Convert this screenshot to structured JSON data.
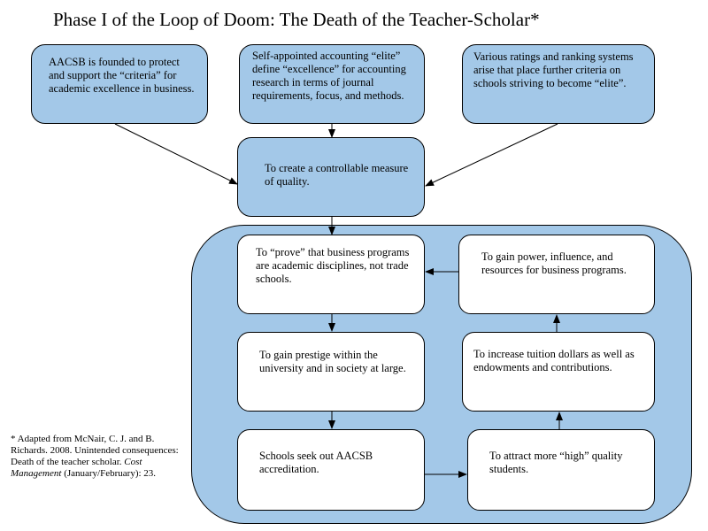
{
  "title": "Phase I of the Loop of Doom: The Death of the Teacher-Scholar*",
  "colors": {
    "box_fill": "#a3c8e8",
    "inner_box_fill": "#ffffff",
    "line": "#000000"
  },
  "nodes": {
    "aacsb_founded": "AACSB is founded to protect and support the “criteria” for academic excellence in business.",
    "elite_define": "Self-appointed accounting “elite” define “excellence” for accounting research in terms of journal requirements, focus, and methods.",
    "ratings_systems": "Various ratings and ranking systems arise that place further criteria on schools striving to become “elite”.",
    "controllable_measure": "To create a controllable measure of quality.",
    "prove_disciplines": "To “prove” that business programs are academic disciplines, not trade schools.",
    "gain_prestige": "To gain prestige within the university and in society at large.",
    "seek_accreditation": "Schools seek out AACSB accreditation.",
    "attract_students": "To attract more “high” quality students.",
    "increase_tuition": "To increase tuition dollars as well as endowments and contributions.",
    "gain_power": "To gain power, influence, and resources for business programs."
  },
  "footnote": {
    "text": "* Adapted from McNair, C. J. and B. Richards. 2008.  Unintended consequences: Death of the teacher scholar.",
    "journal": "Cost Management",
    "issue": "(January/February): 23."
  }
}
